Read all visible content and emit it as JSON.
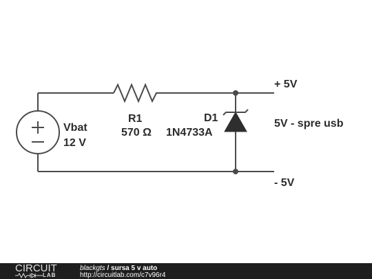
{
  "circuit": {
    "source": {
      "name": "Vbat",
      "value": "12 V",
      "plus": "+",
      "minus": "−"
    },
    "resistor": {
      "name": "R1",
      "value": "570 Ω"
    },
    "diode": {
      "name": "D1",
      "part": "1N4733A"
    },
    "labels": {
      "top_net": "+ 5V",
      "bottom_net": "- 5V",
      "output": "5V - spre usb"
    }
  },
  "footer": {
    "logo_top": "CIRCUIT",
    "logo_bottom": "LAB",
    "author": "blackgts",
    "separator": " / ",
    "title": "sursa 5 v auto",
    "url": "http://circuitlab.com/c7v96r4"
  },
  "colors": {
    "wire": "#4a4a4a",
    "text": "#2b2b2b",
    "footer_bg": "#1e1e1e"
  }
}
